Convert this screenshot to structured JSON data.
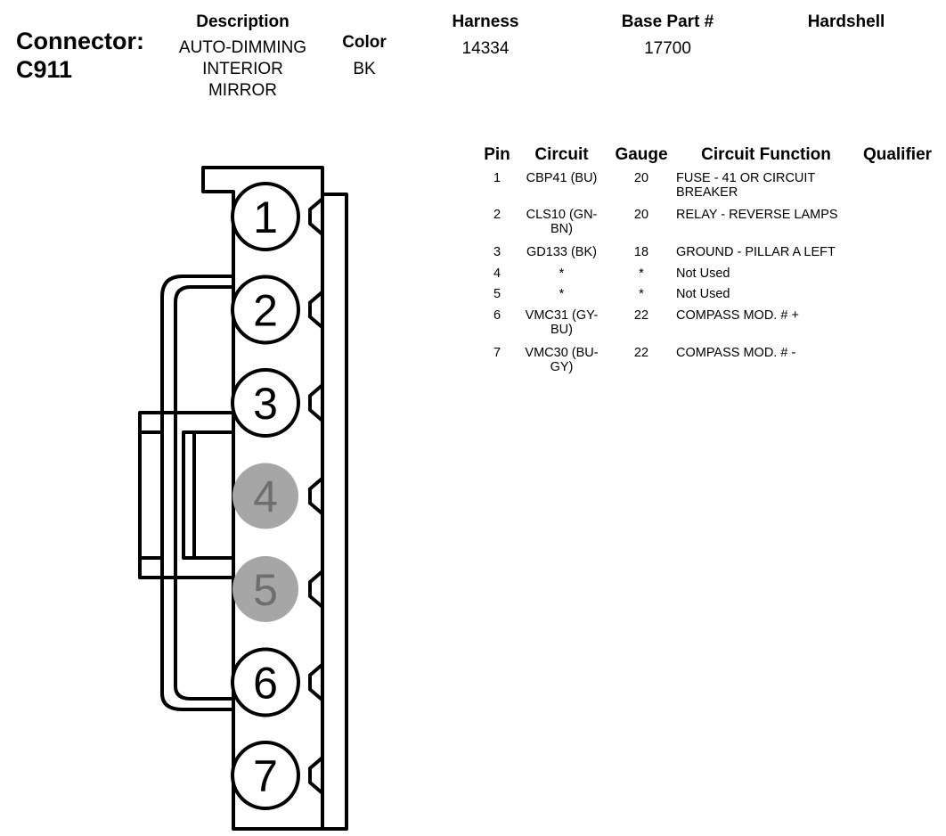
{
  "connector": {
    "label": "Connector:",
    "id": "C911"
  },
  "headers": {
    "description": "Description",
    "color": "Color",
    "harness": "Harness",
    "base_part": "Base Part #",
    "hardshell": "Hardshell"
  },
  "values": {
    "description": [
      "AUTO-DIMMING",
      "INTERIOR",
      "MIRROR"
    ],
    "color": "BK",
    "harness": "14334",
    "base_part": "17700",
    "hardshell": ""
  },
  "table": {
    "columns": [
      "Pin",
      "Circuit",
      "Gauge",
      "Circuit Function",
      "Qualifier"
    ],
    "rows": [
      {
        "pin": "1",
        "circuit": [
          "CBP41 (BU)"
        ],
        "gauge": "20",
        "function": [
          "FUSE - 41 OR CIRCUIT",
          "BREAKER"
        ],
        "qualifier": ""
      },
      {
        "pin": "2",
        "circuit": [
          "CLS10 (GN-",
          "BN)"
        ],
        "gauge": "20",
        "function": [
          "RELAY - REVERSE LAMPS"
        ],
        "qualifier": ""
      },
      {
        "pin": "3",
        "circuit": [
          "GD133 (BK)"
        ],
        "gauge": "18",
        "function": [
          "GROUND - PILLAR A LEFT"
        ],
        "qualifier": ""
      },
      {
        "pin": "4",
        "circuit": [
          "*"
        ],
        "gauge": "*",
        "function": [
          "Not Used"
        ],
        "qualifier": ""
      },
      {
        "pin": "5",
        "circuit": [
          "*"
        ],
        "gauge": "*",
        "function": [
          "Not Used"
        ],
        "qualifier": ""
      },
      {
        "pin": "6",
        "circuit": [
          "VMC31 (GY-",
          "BU)"
        ],
        "gauge": "22",
        "function": [
          "COMPASS MOD. # +"
        ],
        "qualifier": ""
      },
      {
        "pin": "7",
        "circuit": [
          "VMC30 (BU-",
          "GY)"
        ],
        "gauge": "22",
        "function": [
          "COMPASS MOD. # -"
        ],
        "qualifier": ""
      }
    ]
  },
  "diagram": {
    "pins": [
      {
        "label": "1",
        "used": true
      },
      {
        "label": "2",
        "used": true
      },
      {
        "label": "3",
        "used": true
      },
      {
        "label": "4",
        "used": false
      },
      {
        "label": "5",
        "used": false
      },
      {
        "label": "6",
        "used": true
      },
      {
        "label": "7",
        "used": true
      }
    ],
    "colors": {
      "outline": "#000000",
      "unused_fill": "#a6a6a6",
      "unused_text": "#6e6e6e"
    }
  }
}
